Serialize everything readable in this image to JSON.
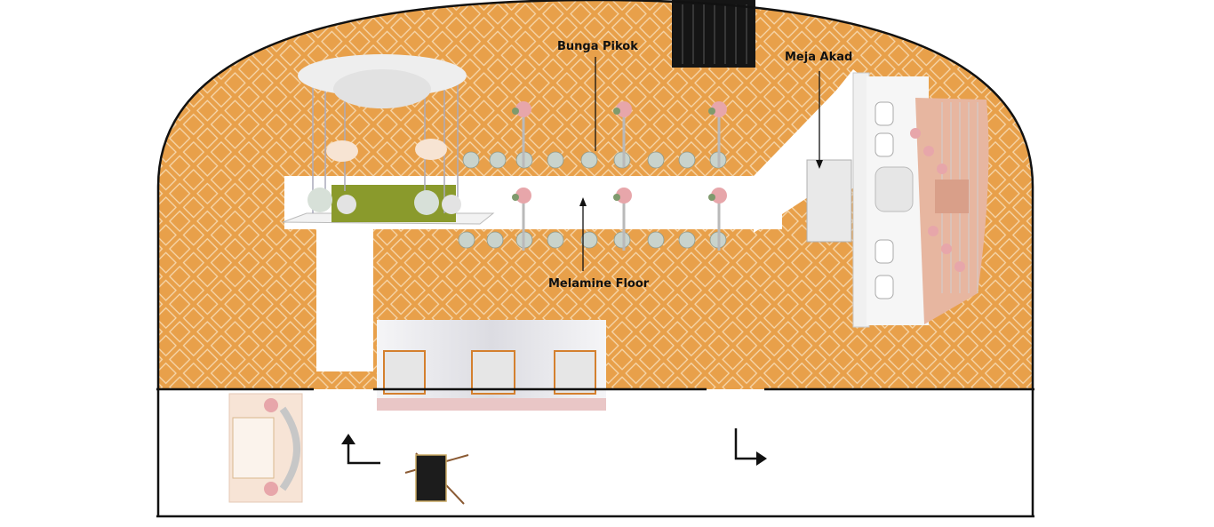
{
  "labels": {
    "bunga_pikok": "Bunga Pikok",
    "melamine_floor": "Melamine Floor",
    "meja_akad": "Meja Akad"
  },
  "colors": {
    "carpet": "#e8a04a",
    "carpet_pattern": "#f6d8ae",
    "outline": "#111111",
    "floor": "#ffffff",
    "grass": "#8a9a2c",
    "curtain": "#e9e9ec",
    "peach": "#e7b6a0",
    "flower_pink": "#e7a6aa",
    "flower_green": "#7f9a6d",
    "dark_panel": "#151515"
  },
  "icons": {
    "entrance_arrow": "arrow-up-icon",
    "exit_arrow": "arrow-right-icon"
  }
}
